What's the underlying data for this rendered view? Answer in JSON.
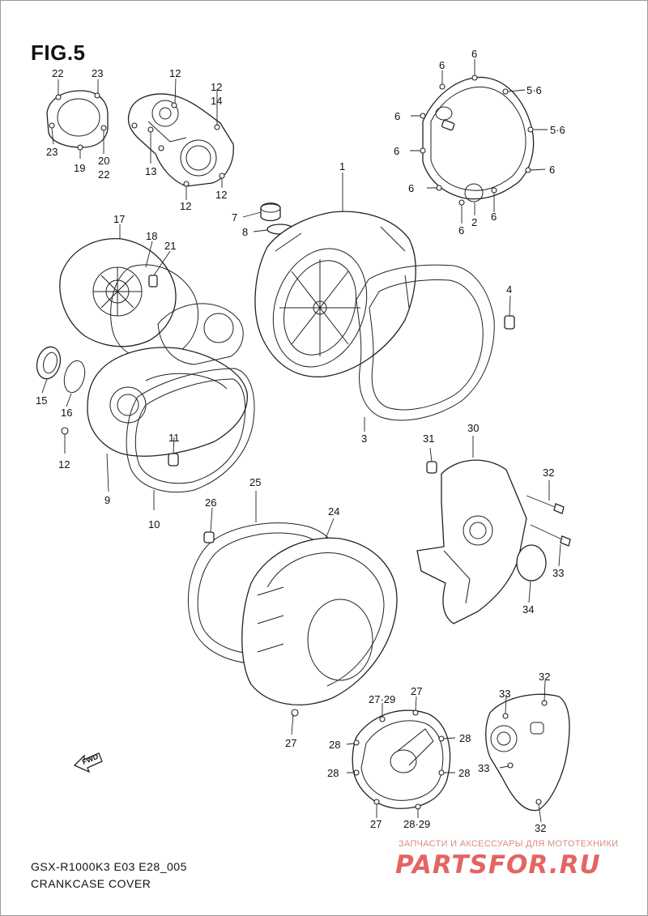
{
  "figure": {
    "title": "FIG.5"
  },
  "footer": {
    "model": "GSX-R1000K3 E03 E28_005",
    "name": "CRANKCASE COVER"
  },
  "watermark": {
    "tagline": "ЗАПЧАСТИ И АКСЕССУАРЫ ДЛЯ МОТОТЕХНИКИ",
    "logo": "PARTSFOR.RU",
    "color": "#e04a4a"
  },
  "fwd_arrow": {
    "label": "FWD"
  },
  "callouts": {
    "c01": "22",
    "c02": "23",
    "c03": "23",
    "c04": "19",
    "c05": "20",
    "c06": "22",
    "c07": "12",
    "c08": "12",
    "c09": "14",
    "c10": "13",
    "c11": "12",
    "c12": "12",
    "c13": "6",
    "c14": "6",
    "c15": "5·6",
    "c16": "6",
    "c17": "5·6",
    "c18": "6",
    "c19": "6",
    "c20": "6",
    "c21": "6",
    "c22": "2",
    "c23": "6",
    "c24": "1",
    "c25": "7",
    "c26": "8",
    "c27": "17",
    "c28": "18",
    "c29": "21",
    "c30": "4",
    "c31": "15",
    "c32": "16",
    "c33": "3",
    "c34": "12",
    "c35": "11",
    "c36": "9",
    "c37": "10",
    "c38": "31",
    "c39": "30",
    "c40": "32",
    "c41": "33",
    "c42": "34",
    "c43": "25",
    "c44": "26",
    "c45": "24",
    "c46": "27",
    "c47": "27·29",
    "c48": "27",
    "c49": "28",
    "c50": "28",
    "c51": "28",
    "c52": "28",
    "c53": "27",
    "c54": "28·29",
    "c55": "32",
    "c56": "33",
    "c57": "33",
    "c58": "32"
  }
}
